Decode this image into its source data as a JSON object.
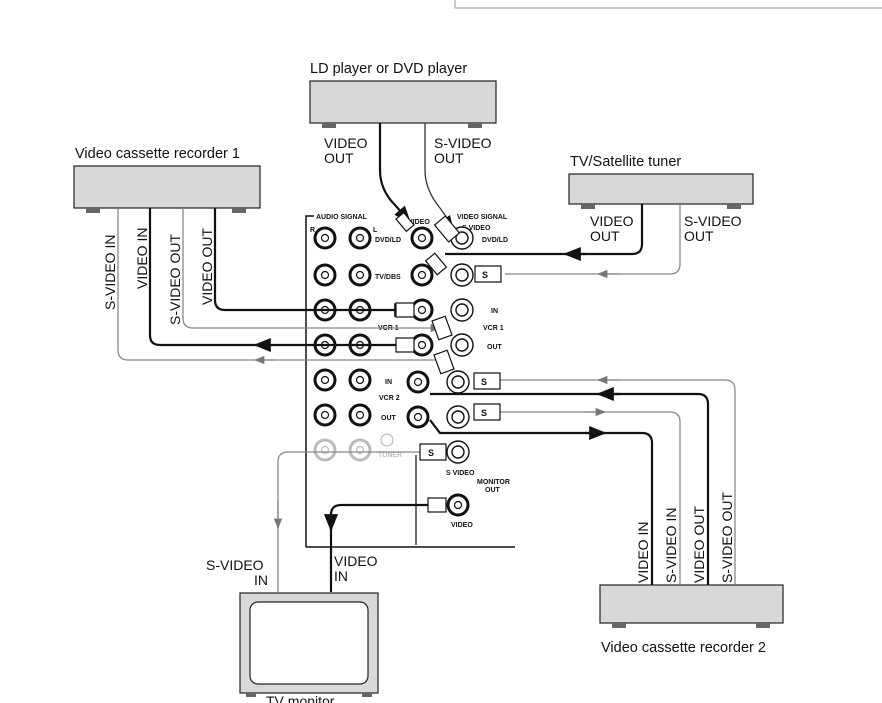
{
  "devices": {
    "ld_player": {
      "label": "LD player or DVD player",
      "video_out": [
        "VIDEO",
        "OUT"
      ],
      "svideo_out": [
        "S-VIDEO",
        "OUT"
      ]
    },
    "vcr1": {
      "label": "Video cassette recorder 1",
      "ports": [
        "S-VIDEO IN",
        "VIDEO IN",
        "S-VIDEO OUT",
        "VIDEO OUT"
      ]
    },
    "tv_tuner": {
      "label": "TV/Satellite tuner",
      "video_out": [
        "VIDEO",
        "OUT"
      ],
      "svideo_out": [
        "S-VIDEO",
        "OUT"
      ]
    },
    "vcr2": {
      "label": "Video cassette recorder 2",
      "ports": [
        "VIDEO IN",
        "S-VIDEO IN",
        "VIDEO OUT",
        "S-VIDEO OUT"
      ]
    },
    "tv_monitor": {
      "label": "TV monitor",
      "svideo_in": [
        "S-VIDEO",
        "IN"
      ],
      "video_in": [
        "VIDEO",
        "IN"
      ]
    }
  },
  "panel": {
    "audio_signal": "AUDIO SIGNAL",
    "video_signal": "VIDEO SIGNAL",
    "video": "VIDEO",
    "s_video": "S VIDEO",
    "r": "R",
    "l": "L",
    "dvd_ld": "DVD/LD",
    "tv_dbs": "TV/DBS",
    "vcr1": "VCR 1",
    "vcr2": "VCR 2",
    "in": "IN",
    "out": "OUT",
    "tuner": "TUNER",
    "monitor_out": [
      "MONITOR",
      "OUT"
    ],
    "s_video_small": "S VIDEO",
    "video_small": "VIDEO",
    "s_mark": "S"
  }
}
